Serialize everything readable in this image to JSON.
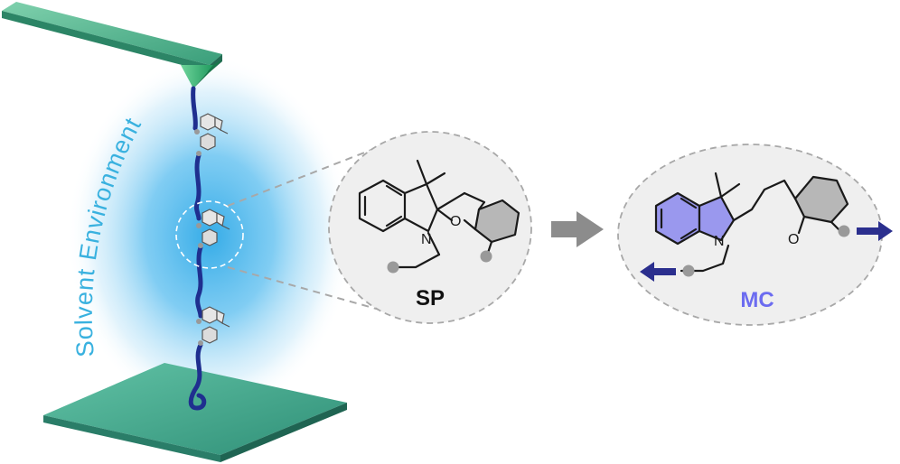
{
  "labels": {
    "environment": "Solvent Environment",
    "sp": "SP",
    "mc": "MC",
    "atom_n": "N",
    "atom_o": "O"
  },
  "colors": {
    "glow": "#2aa7e6",
    "environment_text": "#39b1df",
    "cantilever": "#3a9e7a",
    "tip": "#2bb06e",
    "substrate": "#3fa98c",
    "polymer": "#1f2f8f",
    "mc_label": "#6c6cf0",
    "mc_fill": "#9a98ee",
    "arrow": "#8c8c8c",
    "force_arrow": "#2b2f8e",
    "bubble_bg": "#efefef",
    "dash": "#a8a8a8",
    "attachment_dot": "#999999"
  },
  "icons": [
    "afm-cantilever",
    "afm-tip",
    "substrate",
    "polymer-chain",
    "spiropyran-molecule",
    "merocyanine-molecule",
    "transform-arrow",
    "pull-arrow-left",
    "pull-arrow-right"
  ]
}
